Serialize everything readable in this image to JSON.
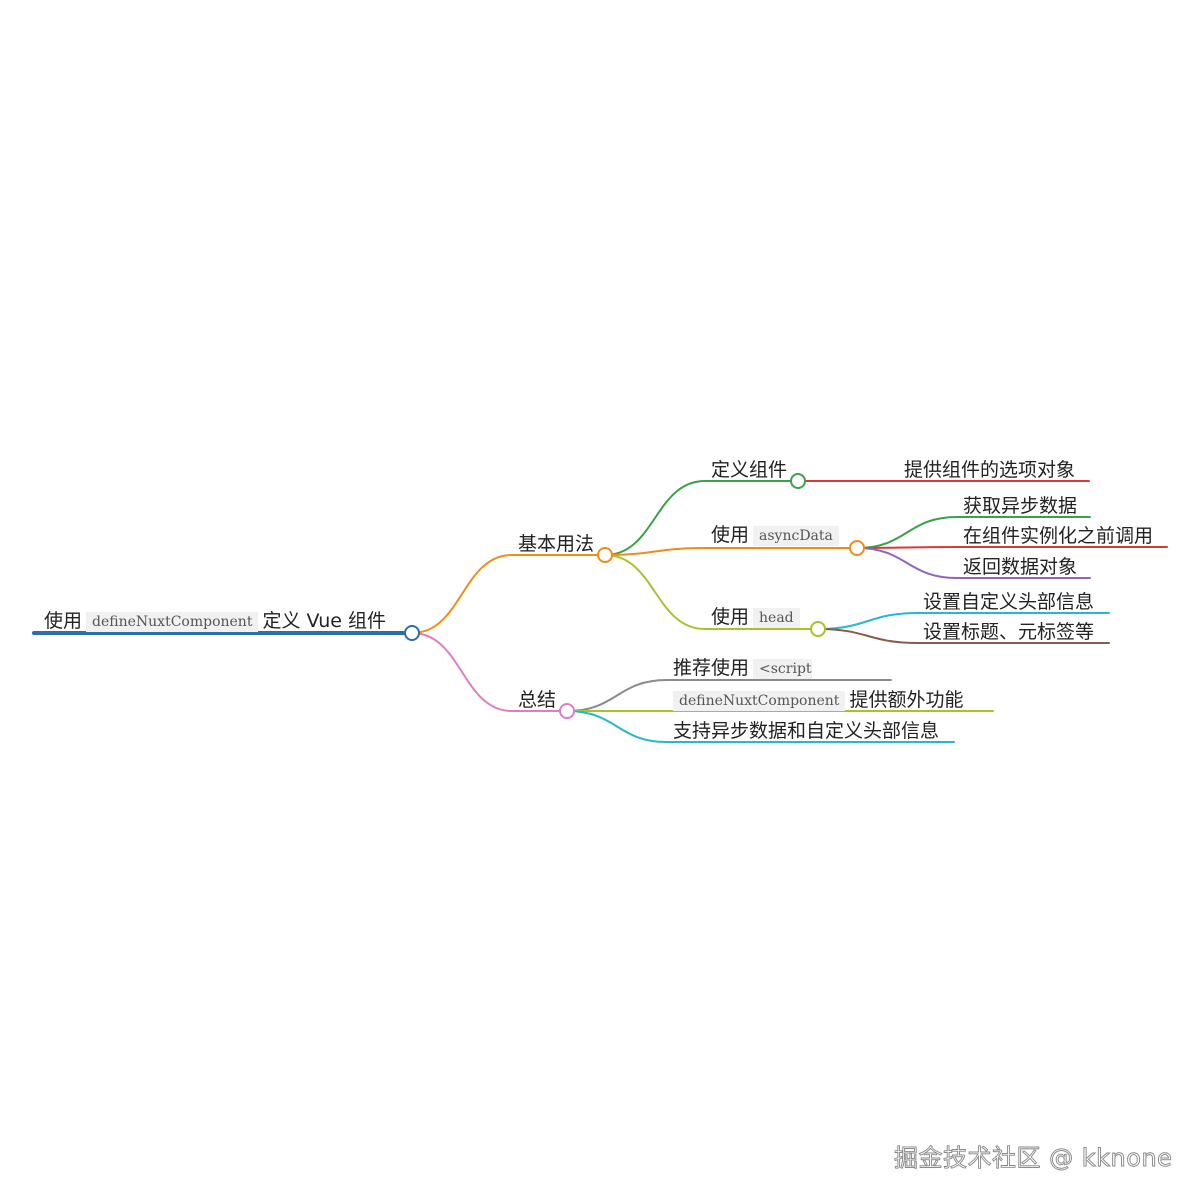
{
  "root": {
    "pre": "使用",
    "code": "defineNuxtComponent",
    "post": "定义 Vue 组件",
    "color": "#2b6ea8"
  },
  "branches": {
    "basic": {
      "label": "基本用法",
      "color": "#f08c1c",
      "define": {
        "label": "定义组件",
        "color": "#3aa04a",
        "children": [
          {
            "label": "提供组件的选项对象",
            "color": "#d63a3a"
          }
        ]
      },
      "async": {
        "pre": "使用",
        "code": "asyncData",
        "color": "#f08c1c",
        "children": [
          {
            "label": "获取异步数据",
            "color": "#3aa04a"
          },
          {
            "label": "在组件实例化之前调用",
            "color": "#d63a3a"
          },
          {
            "label": "返回数据对象",
            "color": "#9363b8"
          }
        ]
      },
      "head": {
        "pre": "使用",
        "code": "head",
        "color": "#a8c22a",
        "children": [
          {
            "label": "设置自定义头部信息",
            "color": "#26b8cc"
          },
          {
            "label": "设置标题、元标签等",
            "color": "#8b5a4a"
          }
        ]
      }
    },
    "summary": {
      "label": "总结",
      "color": "#e07cc4",
      "children": [
        {
          "pre": "推荐使用",
          "code": "<script",
          "color": "#8a8a8a"
        },
        {
          "code": "defineNuxtComponent",
          "post": "提供额外功能",
          "color": "#a8c22a"
        },
        {
          "label": "支持异步数据和自定义头部信息",
          "color": "#26b8cc"
        }
      ]
    }
  },
  "watermark": "掘金技术社区 @ kknone"
}
